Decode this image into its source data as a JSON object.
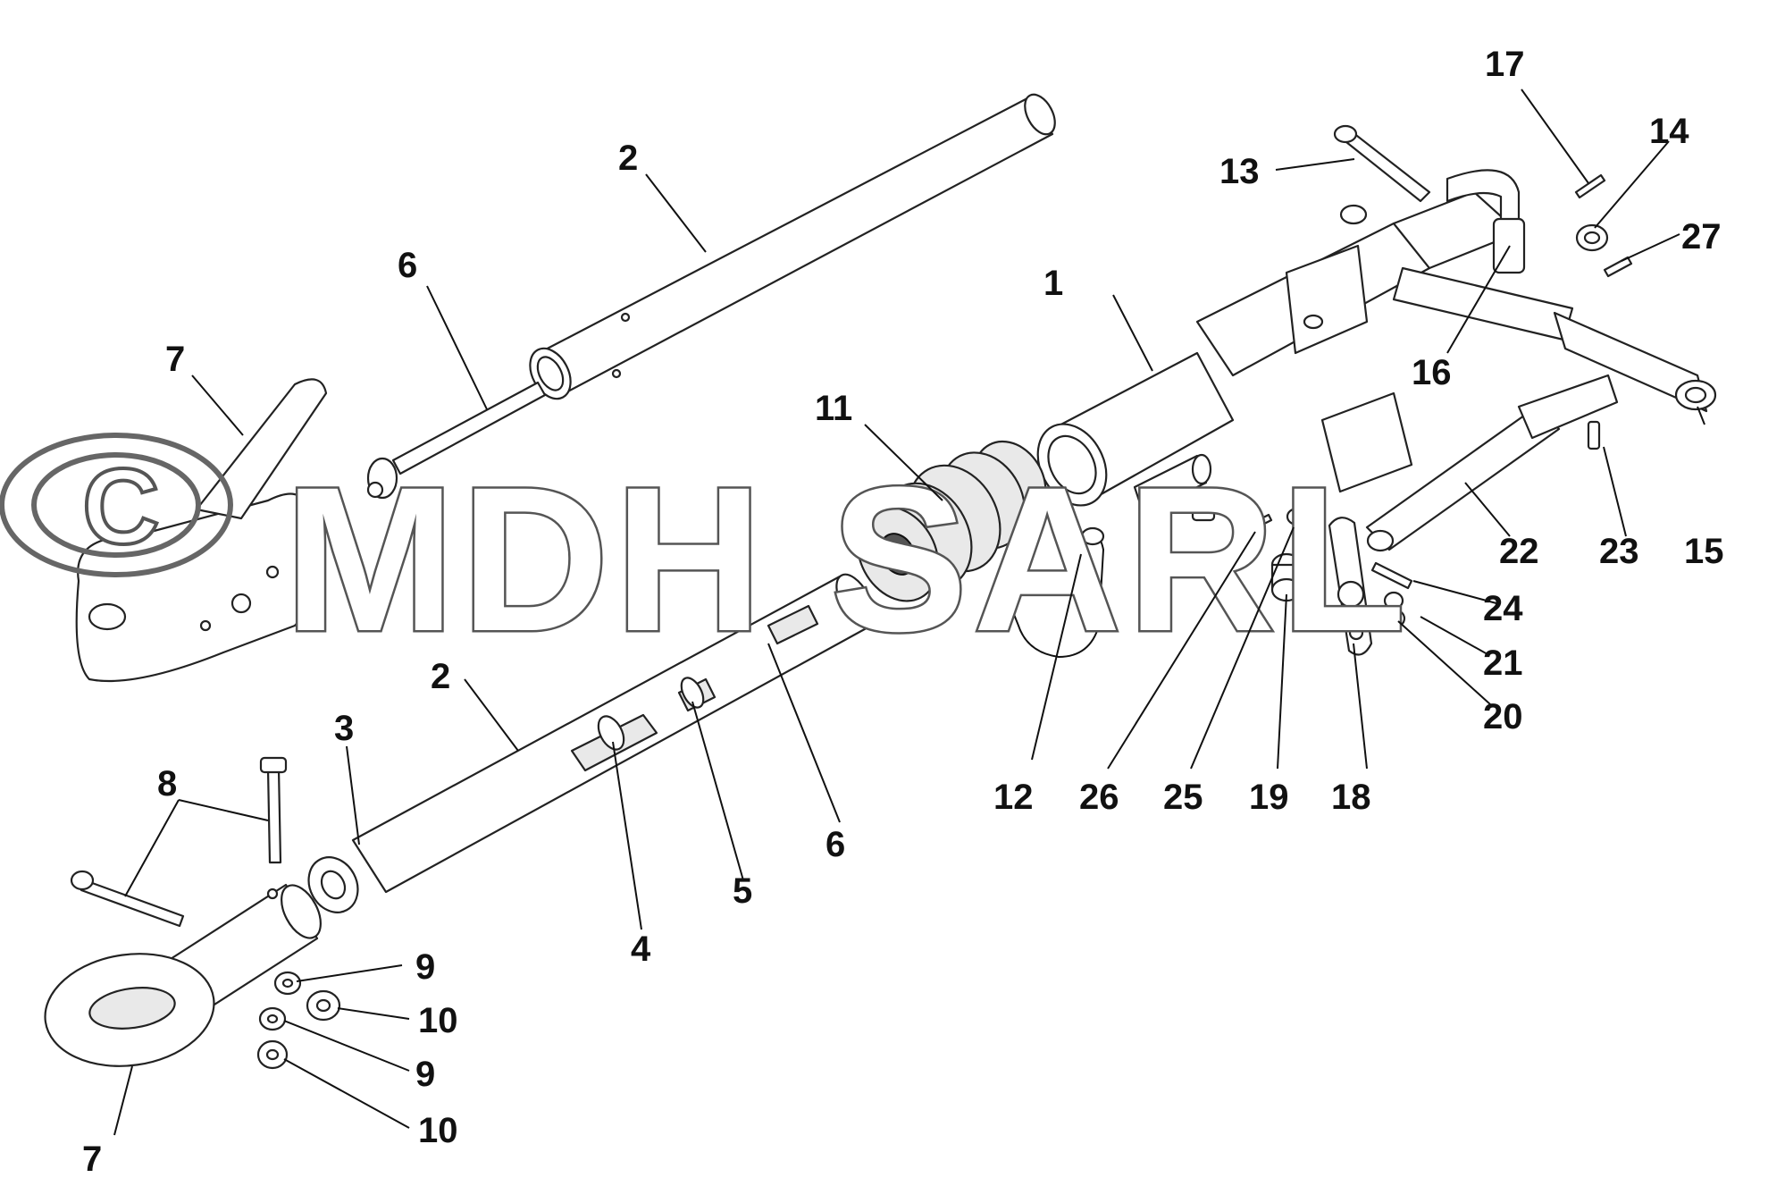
{
  "watermark": {
    "copyright_symbol": "C",
    "text": "MDH SARL"
  },
  "callouts": {
    "p1": "1",
    "p2a": "2",
    "p2b": "2",
    "p3": "3",
    "p4": "4",
    "p5": "5",
    "p6a": "6",
    "p6b": "6",
    "p7a": "7",
    "p7b": "7",
    "p8": "8",
    "p9a": "9",
    "p9b": "9",
    "p10a": "10",
    "p10b": "10",
    "p11": "11",
    "p12": "12",
    "p13": "13",
    "p14": "14",
    "p15": "15",
    "p16": "16",
    "p17": "17",
    "p18": "18",
    "p19": "19",
    "p20": "20",
    "p21": "21",
    "p22": "22",
    "p23": "23",
    "p24": "24",
    "p25": "25",
    "p26": "26",
    "p27": "27"
  }
}
